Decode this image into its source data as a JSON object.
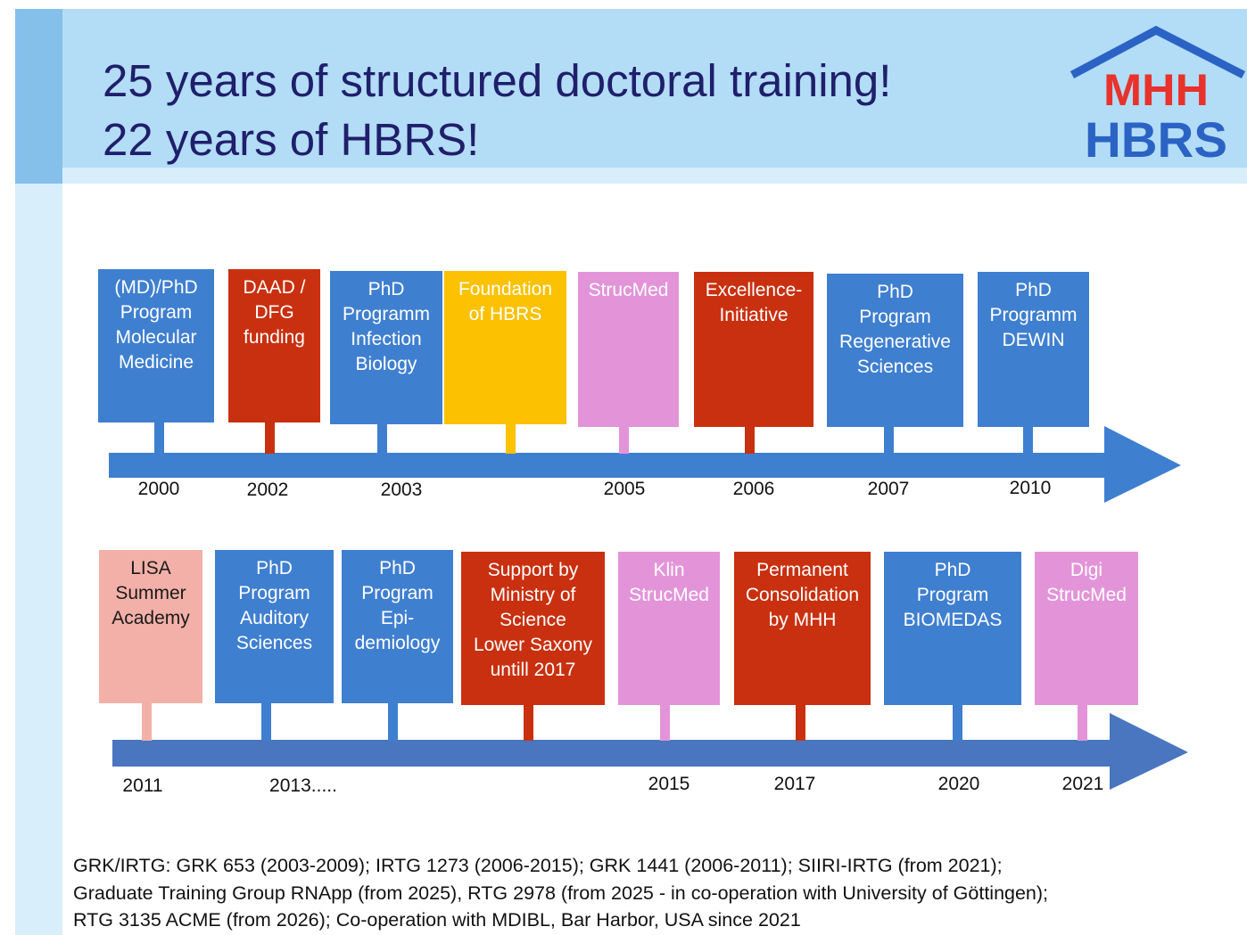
{
  "title": {
    "line1": "25 years of structured doctoral training!",
    "line2": "22 years of HBRS!"
  },
  "logo": {
    "top": "MHH",
    "bottom": "HBRS",
    "icon": "house-roof-icon"
  },
  "colors": {
    "blue": "#3f7fd0",
    "red": "#c9300f",
    "yellow": "#fcc100",
    "pink": "#e394d8",
    "salmon": "#f3b0a8",
    "arrow1": "#3f7fd0",
    "arrow2": "#4a76c0",
    "header": "#b3dcf6",
    "title_text": "#1f1f6b"
  },
  "timeline1": {
    "events": [
      {
        "label_lines": [
          "(MD)/PhD",
          "Program",
          "Molecular",
          "Medicine"
        ],
        "year": "2000",
        "color": "blue"
      },
      {
        "label_lines": [
          "DAAD /",
          "DFG",
          "funding"
        ],
        "year": "2002",
        "color": "red"
      },
      {
        "label_lines": [
          "PhD",
          "Programm",
          "Infection",
          "Biology"
        ],
        "year": "2003",
        "color": "blue"
      },
      {
        "label_lines": [
          "Foundation",
          "of HBRS"
        ],
        "year": "",
        "color": "yellow"
      },
      {
        "label_lines": [
          "StrucMed"
        ],
        "year": "2005",
        "color": "pink"
      },
      {
        "label_lines": [
          "Excellence-",
          "Initiative"
        ],
        "year": "2006",
        "color": "red"
      },
      {
        "label_lines": [
          "PhD",
          "Program",
          "Regenerative",
          "Sciences"
        ],
        "year": "2007",
        "color": "blue"
      },
      {
        "label_lines": [
          "PhD",
          "Programm",
          "DEWIN"
        ],
        "year": "2010",
        "color": "blue"
      }
    ]
  },
  "timeline2": {
    "events": [
      {
        "label_lines": [
          "LISA",
          "Summer",
          "Academy"
        ],
        "year": "2011",
        "color": "salmon"
      },
      {
        "label_lines": [
          "PhD",
          "Program",
          "Auditory",
          "Sciences"
        ],
        "year": "2013.....",
        "color": "blue"
      },
      {
        "label_lines": [
          "PhD",
          "Program",
          "Epi-",
          "demiology"
        ],
        "year": "",
        "color": "blue"
      },
      {
        "label_lines": [
          "Support by",
          "Ministry of",
          "Science",
          "Lower Saxony",
          "untill 2017"
        ],
        "year": "",
        "color": "red"
      },
      {
        "label_lines": [
          "Klin",
          "StrucMed"
        ],
        "year": "2015",
        "color": "pink"
      },
      {
        "label_lines": [
          "Permanent",
          "Consolidation",
          "by MHH"
        ],
        "year": "2017",
        "color": "red"
      },
      {
        "label_lines": [
          "PhD",
          "Program",
          "BIOMEDAS"
        ],
        "year": "2020",
        "color": "blue"
      },
      {
        "label_lines": [
          "Digi",
          "StrucMed"
        ],
        "year": "2021",
        "color": "pink"
      }
    ]
  },
  "footer": {
    "line1": "GRK/IRTG: GRK 653 (2003-2009); IRTG 1273 (2006-2015); GRK 1441 (2006-2011); SIIRI-IRTG (from 2021);",
    "line2": "Graduate Training Group RNApp (from 2025), RTG 2978 (from 2025 - in co-operation with University of Göttingen);",
    "line3": "RTG 3135 ACME (from 2026); Co-operation with MDIBL, Bar Harbor, USA since 2021"
  }
}
